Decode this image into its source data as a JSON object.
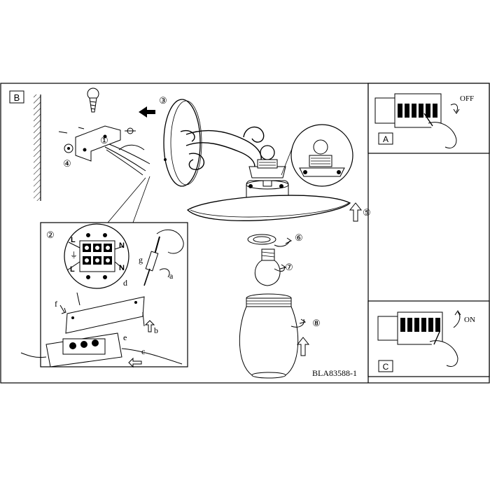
{
  "panels": {
    "main": {
      "label": "B"
    },
    "off": {
      "label": "A",
      "state_text": "OFF"
    },
    "on": {
      "label": "C",
      "state_text": "ON"
    }
  },
  "steps": {
    "s1": "①",
    "s2": "②",
    "s3": "③",
    "s4": "④",
    "s5": "⑤",
    "s6": "⑥",
    "s7": "⑦",
    "s8": "⑧"
  },
  "callouts": {
    "a": "a",
    "b": "b",
    "c": "c",
    "d": "d",
    "e": "e",
    "f": "f",
    "g": "g"
  },
  "terminal_labels": {
    "L_top": "L",
    "N_top": "N",
    "L_bottom": "L",
    "N_bottom": "N",
    "earth": "⏚"
  },
  "doc_code": "BLA83588-1"
}
